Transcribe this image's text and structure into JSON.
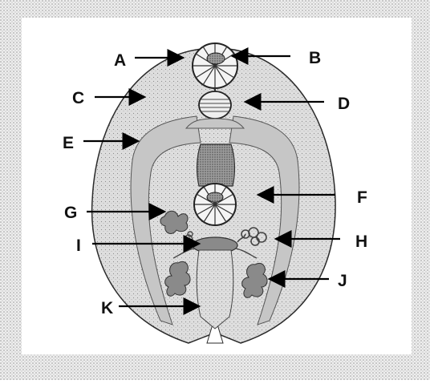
{
  "diagram": {
    "labels": {
      "A": "A",
      "B": "B",
      "C": "C",
      "D": "D",
      "E": "E",
      "F": "F",
      "G": "G",
      "H": "H",
      "I": "I",
      "J": "J",
      "K": "K"
    }
  },
  "colors": {
    "frame_stipple": "#c9c9c9",
    "panel": "#ffffff",
    "body_fill": "#d9d9d9",
    "tissue_fill": "#c4c4c4",
    "dark_tissue": "#8a8a8a",
    "outline": "#2a2a2a",
    "arrow": "#000000"
  }
}
